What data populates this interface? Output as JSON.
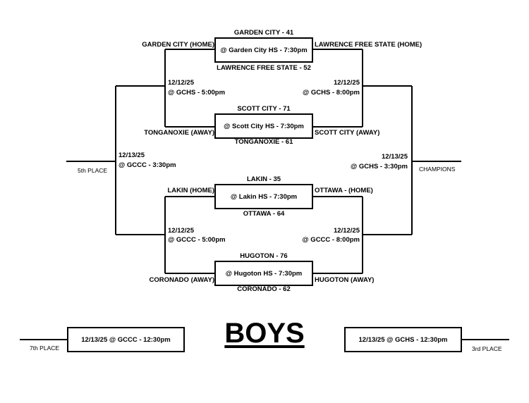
{
  "title": "BOYS",
  "top_semi_1": {
    "winner_score": "GARDEN CITY - 41",
    "venue": "@ Garden City HS  -  7:30pm",
    "loser_score": "LAWRENCE FREE STATE - 52",
    "left_team": "GARDEN CITY (HOME)",
    "right_team": "LAWRENCE FREE STATE (HOME)"
  },
  "top_semi_2": {
    "winner_score": "SCOTT CITY - 71",
    "venue": "@ Scott City HS  -  7:30pm",
    "loser_score": "TONGANOXIE - 61",
    "left_team": "TONGANOXIE (AWAY)",
    "right_team": "SCOTT CITY (AWAY)"
  },
  "bottom_semi_1": {
    "winner_score": "LAKIN - 35",
    "venue": "@ Lakin HS  -  7:30pm",
    "loser_score": "OTTAWA - 64",
    "left_team": "LAKIN (HOME)",
    "right_team": "OTTAWA - (HOME)"
  },
  "bottom_semi_2": {
    "winner_score": "HUGOTON - 76",
    "venue": "@ Hugoton HS  -  7:30pm",
    "loser_score": "CORONADO - 62",
    "left_team": "CORONADO (AWAY)",
    "right_team": "HUGOTON (AWAY)"
  },
  "round2": {
    "top_left_date": "12/12/25",
    "top_left_venue": "@ GCHS  -  5:00pm",
    "top_right_date": "12/12/25",
    "top_right_venue": "@ GCHS  -  8:00pm",
    "bottom_left_date": "12/12/25",
    "bottom_left_venue": "@ GCCC  -  5:00pm",
    "bottom_right_date": "12/12/25",
    "bottom_right_venue": "@ GCCC  -  8:00pm"
  },
  "finals": {
    "left_date": "12/13/25",
    "left_venue": "@ GCCC  -  3:30pm",
    "left_label": "5th PLACE",
    "right_date": "12/13/25",
    "right_venue": "@ GCHS  -  3:30pm",
    "right_label": "CHAMPIONS"
  },
  "placement": {
    "seventh_box": "12/13/25 @ GCCC  -  12:30pm",
    "seventh_label": "7th PLACE",
    "third_box": "12/13/25 @ GCHS  -  12:30pm",
    "third_label": "3rd PLACE"
  }
}
